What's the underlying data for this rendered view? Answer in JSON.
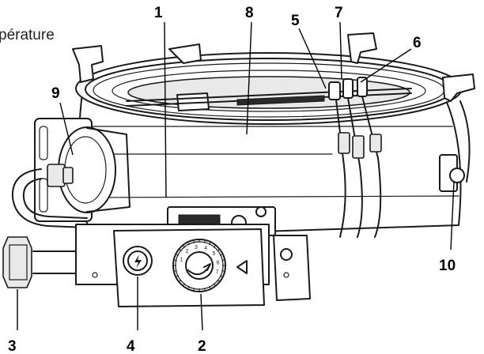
{
  "caption": "pérature",
  "callouts": {
    "c1": "1",
    "c2": "2",
    "c3": "3",
    "c4": "4",
    "c5": "5",
    "c6": "6",
    "c7": "7",
    "c8": "8",
    "c9": "9",
    "c10": "10"
  },
  "dial": {
    "ticks": [
      "1",
      "2",
      "3",
      "4",
      "5",
      "6",
      "7"
    ]
  },
  "icons": {
    "ignition_button": "spark-icon",
    "dial_pointer": "triangle-pointer-icon"
  }
}
